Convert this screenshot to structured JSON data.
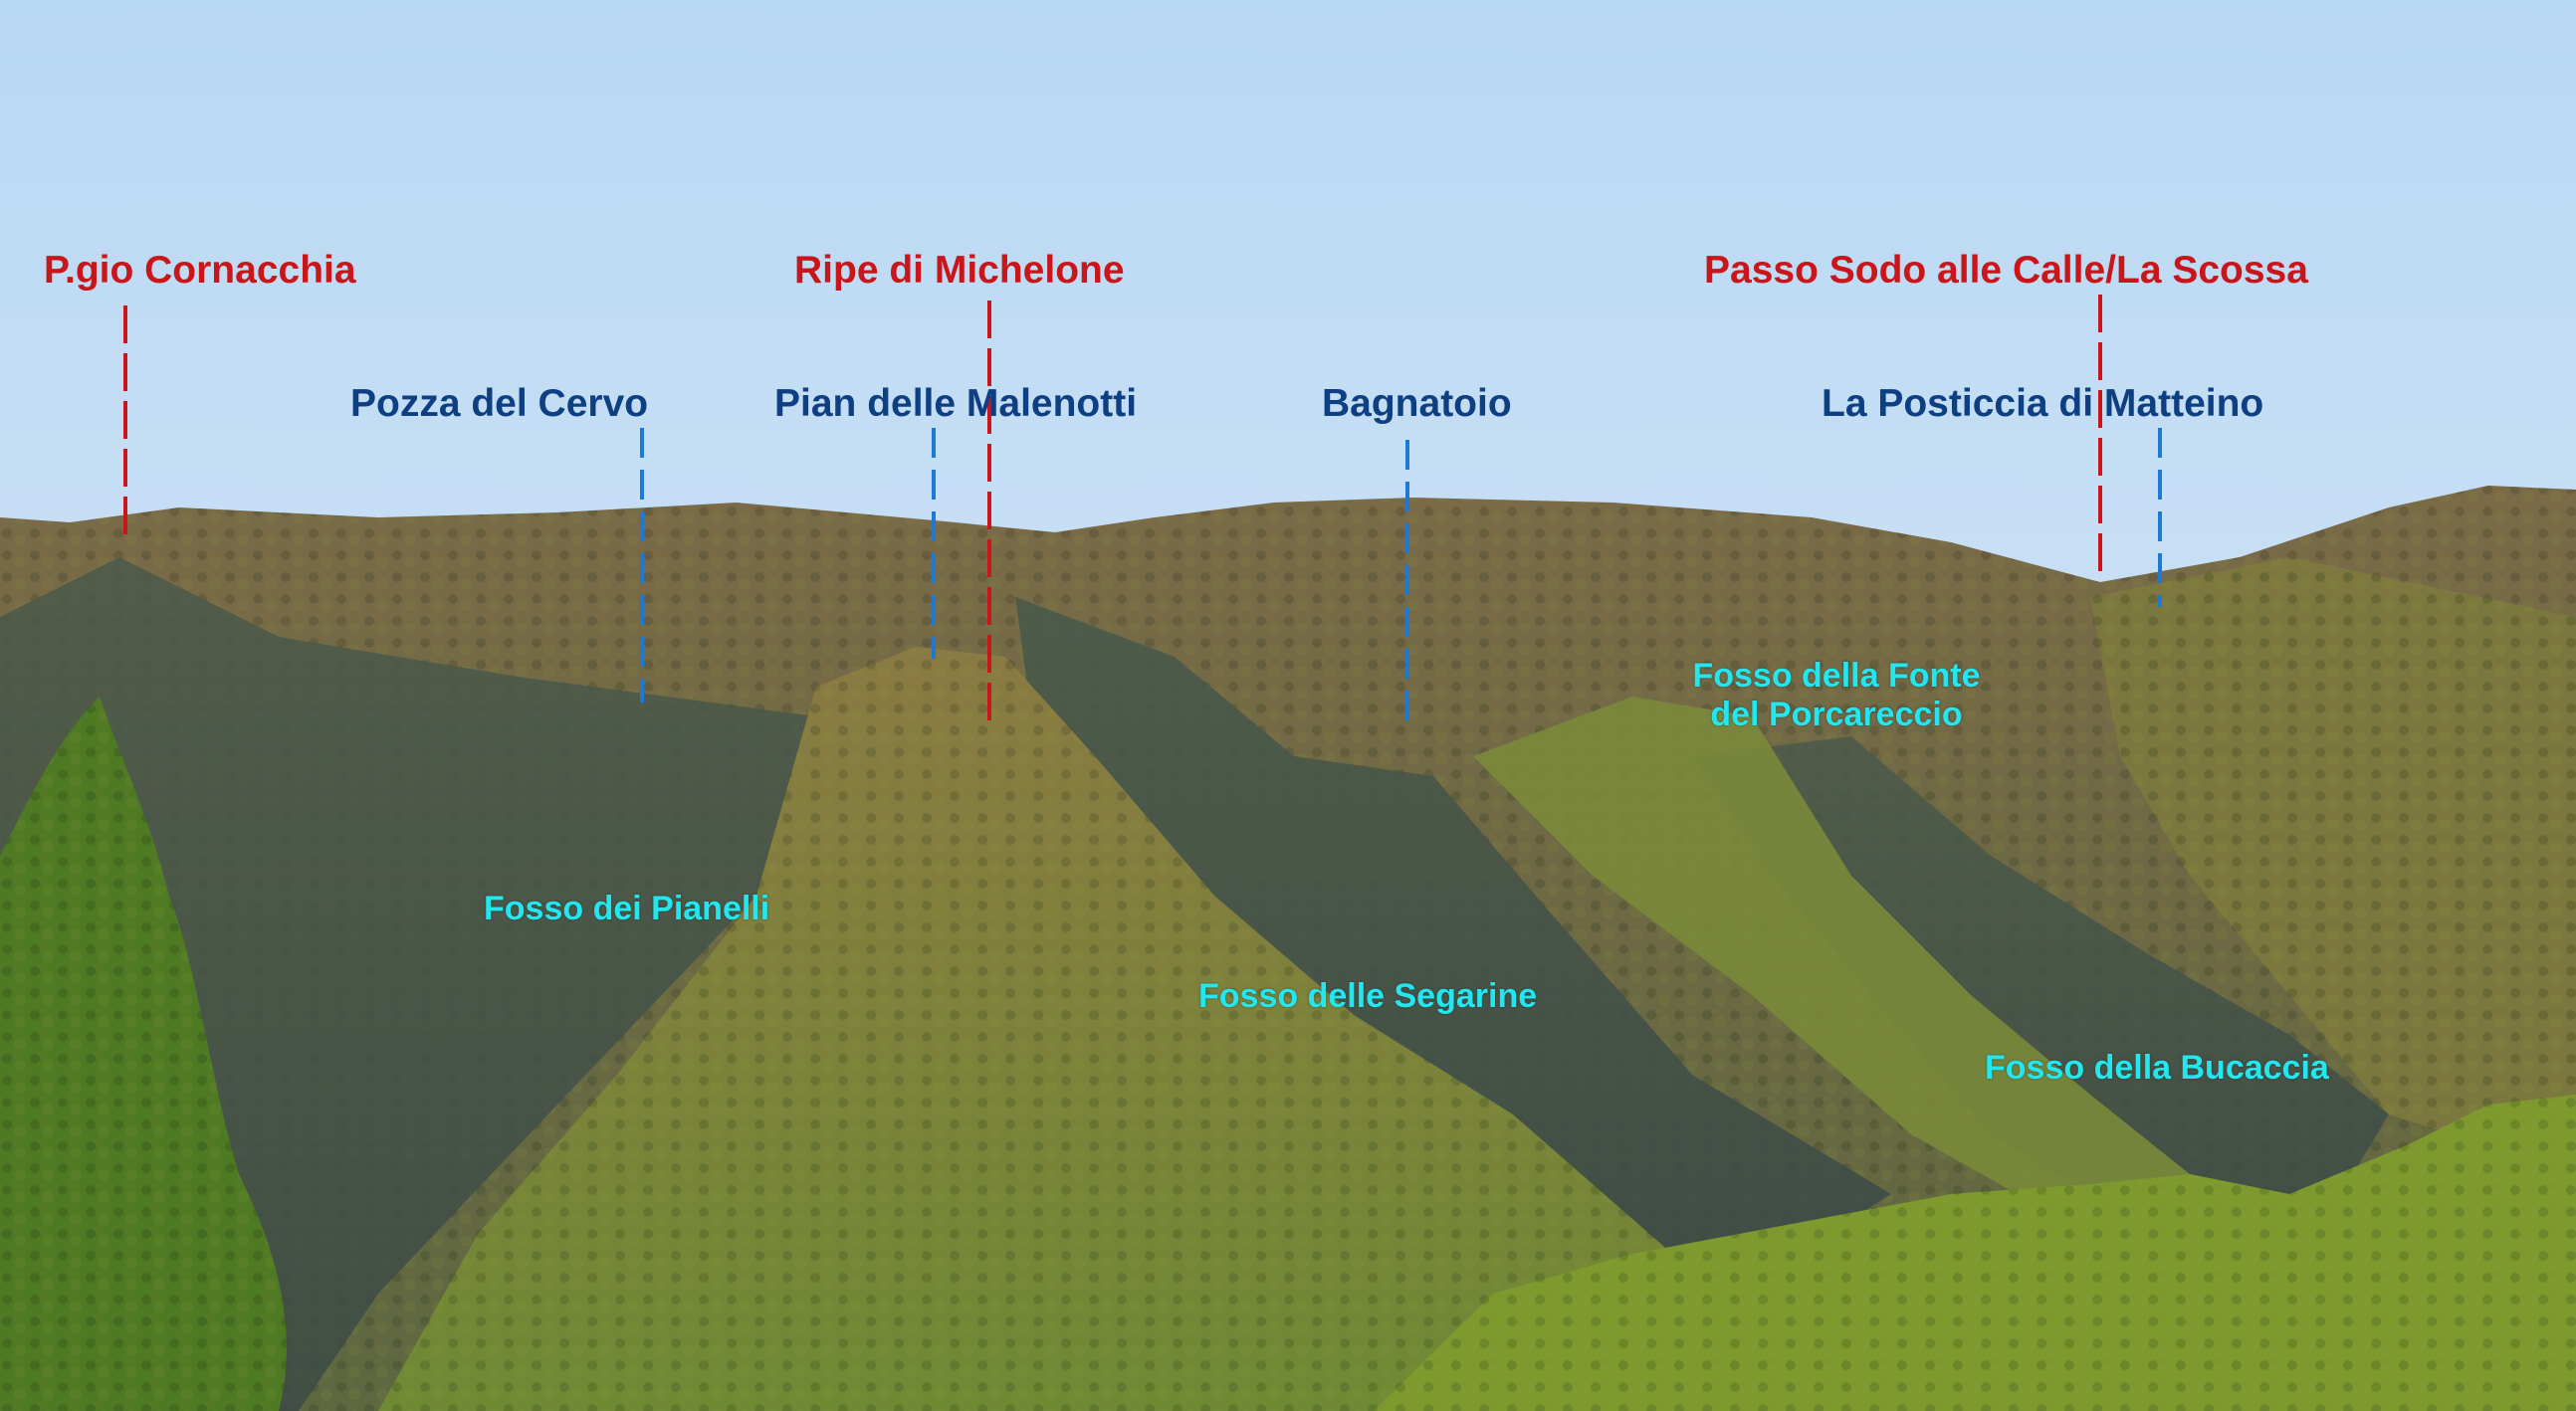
{
  "peaks": [
    {
      "id": "pgio-cornacchia",
      "label": "P.gio Cornacchia"
    },
    {
      "id": "ripe-di-michelone",
      "label": "Ripe di Michelone"
    },
    {
      "id": "passo-sodo",
      "label": "Passo Sodo alle Calle/La Scossa"
    }
  ],
  "places": [
    {
      "id": "pozza-del-cervo",
      "label": "Pozza del Cervo"
    },
    {
      "id": "pian-delle-malenotti",
      "label": "Pian delle Malenotti"
    },
    {
      "id": "bagnatoio",
      "label": "Bagnatoio"
    },
    {
      "id": "la-posticcia",
      "label": "La Posticcia di Matteino"
    }
  ],
  "streams": [
    {
      "id": "fosso-della-fonte",
      "line1": "Fosso della Fonte",
      "line2": "del Porcareccio"
    },
    {
      "id": "fosso-dei-pianelli",
      "label": "Fosso dei Pianelli"
    },
    {
      "id": "fosso-delle-segarine",
      "label": "Fosso delle Segarine"
    },
    {
      "id": "fosso-della-bucaccia",
      "label": "Fosso della Bucaccia"
    }
  ],
  "colors": {
    "peak_label": "#c8161a",
    "place_label": "#0d3f82",
    "stream_label": "#24e6ee",
    "peak_marker": "#c8161a",
    "place_marker": "#1e78d6"
  }
}
